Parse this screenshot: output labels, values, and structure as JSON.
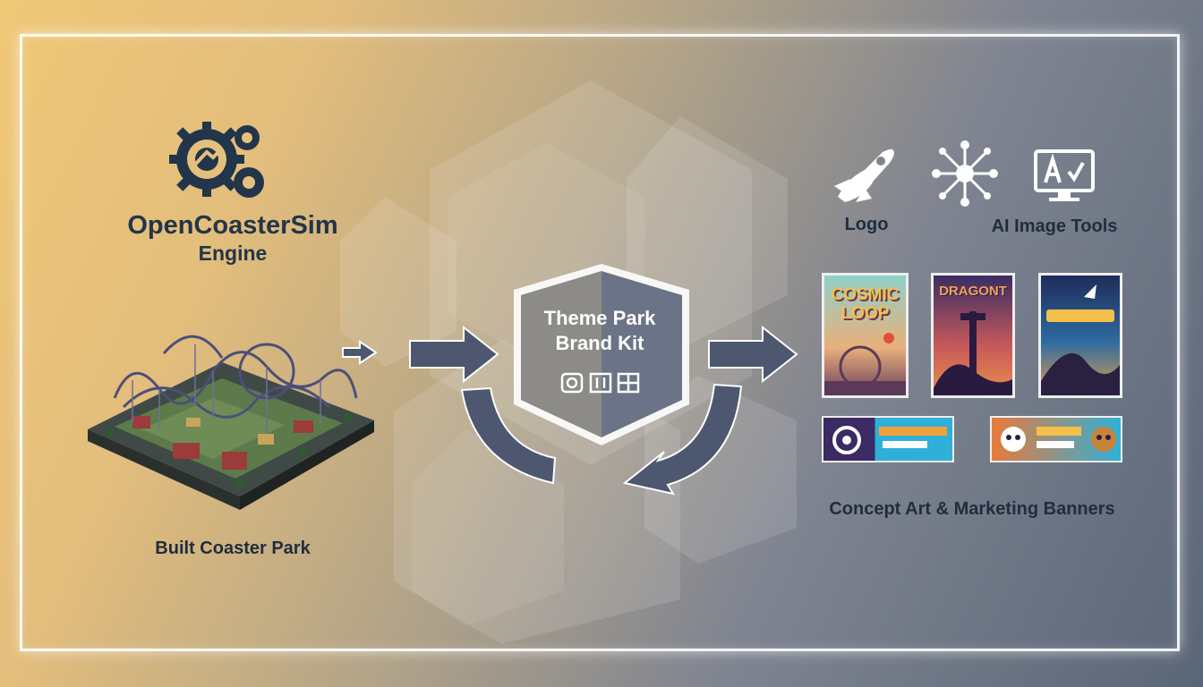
{
  "engine": {
    "title": "OpenCoasterSim",
    "subtitle": "Engine"
  },
  "park": {
    "label": "Built Coaster Park"
  },
  "brand_kit": {
    "line1": "Theme Park",
    "line2": "Brand Kit"
  },
  "outputs": {
    "logo_label": "Logo",
    "ai_label": "AI Image Tools",
    "concept_label": "Concept Art & Marketing Banners",
    "poster1_title_line1": "COSMIC",
    "poster1_title_line2": "LOOP",
    "poster2_title": "DRAGONT"
  },
  "colors": {
    "ink": "#1f2d3d",
    "arrow": "#4d5870",
    "frame": "#ffffff"
  }
}
